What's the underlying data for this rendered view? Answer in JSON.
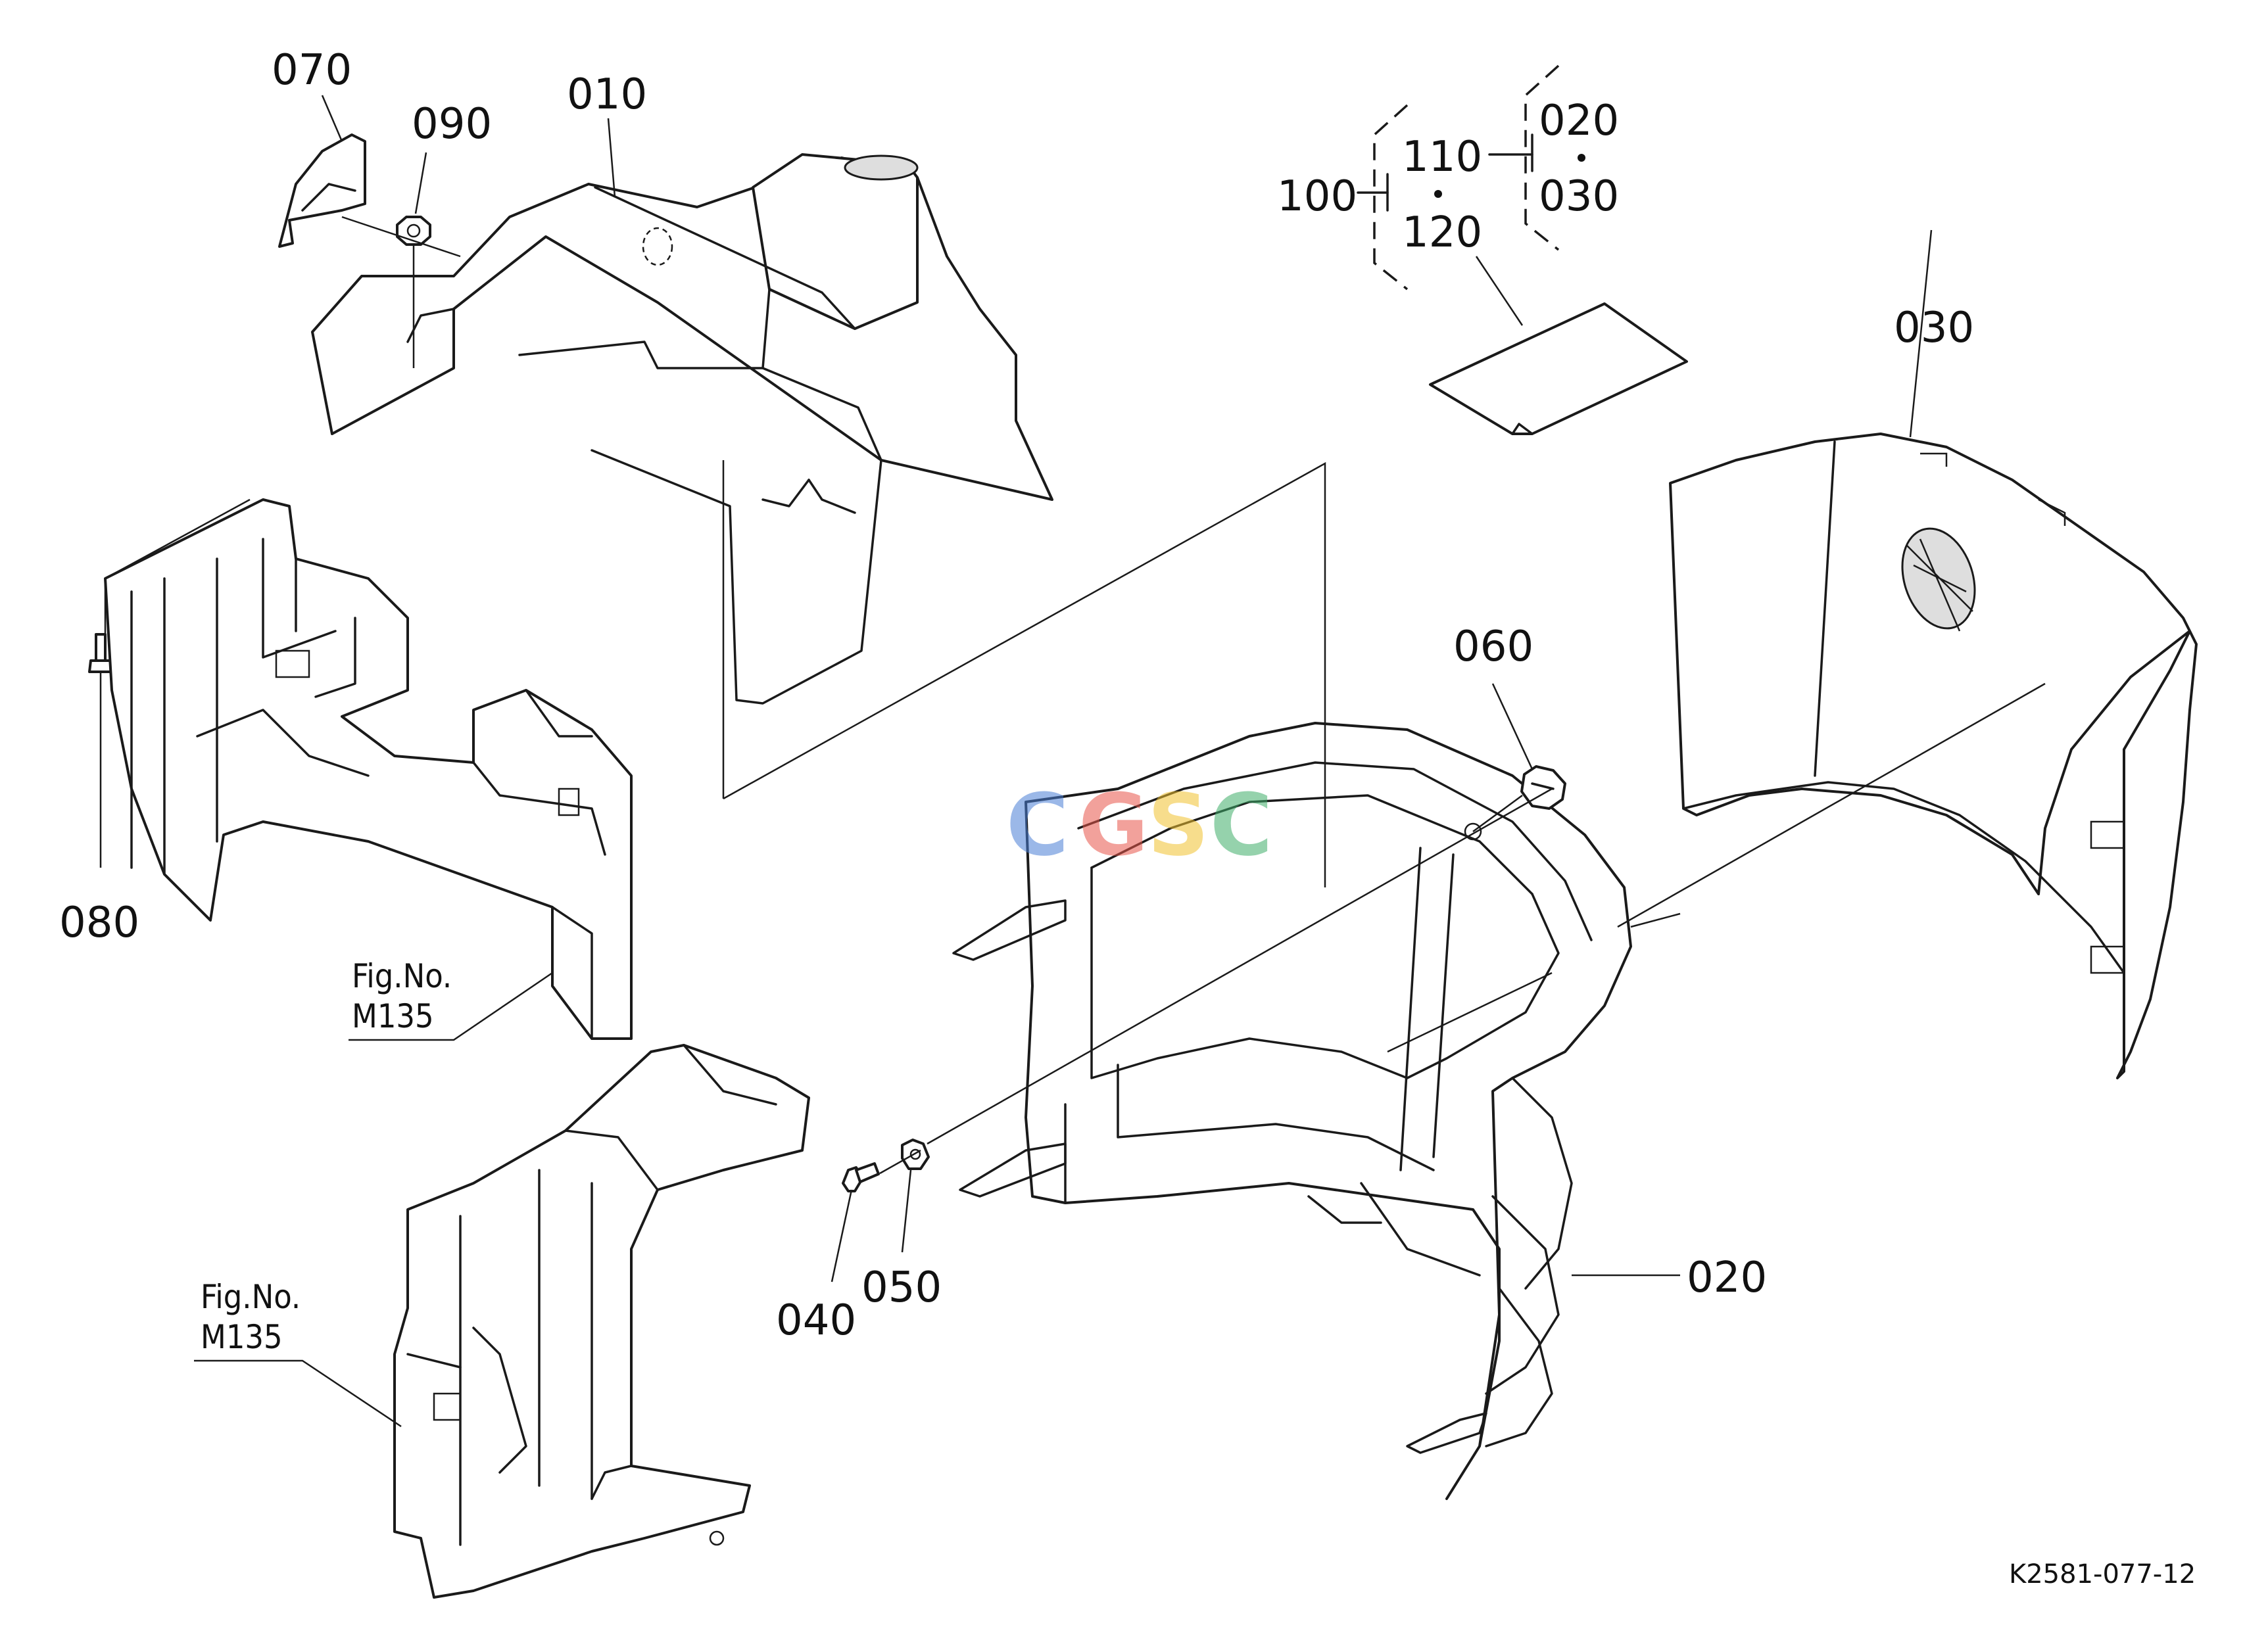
{
  "labels": {
    "p010": "010",
    "p020": "020",
    "p030": "030",
    "p040": "040",
    "p050": "050",
    "p060": "060",
    "p070": "070",
    "p080": "080",
    "p090": "090",
    "p100": "100",
    "p110": "110",
    "p120": "120",
    "kit_020": "020",
    "kit_030": "030"
  },
  "figure_refs": [
    {
      "line1": "Fig.No.",
      "line2": "M135"
    },
    {
      "line1": "Fig.No.",
      "line2": "M135"
    }
  ],
  "drawing_code": "K2581-077-12",
  "watermark": {
    "letters": [
      "C",
      "G",
      "S",
      "C"
    ],
    "colors": [
      "#4a7fd6",
      "#e8564a",
      "#f2c230",
      "#3fae6a"
    ]
  }
}
